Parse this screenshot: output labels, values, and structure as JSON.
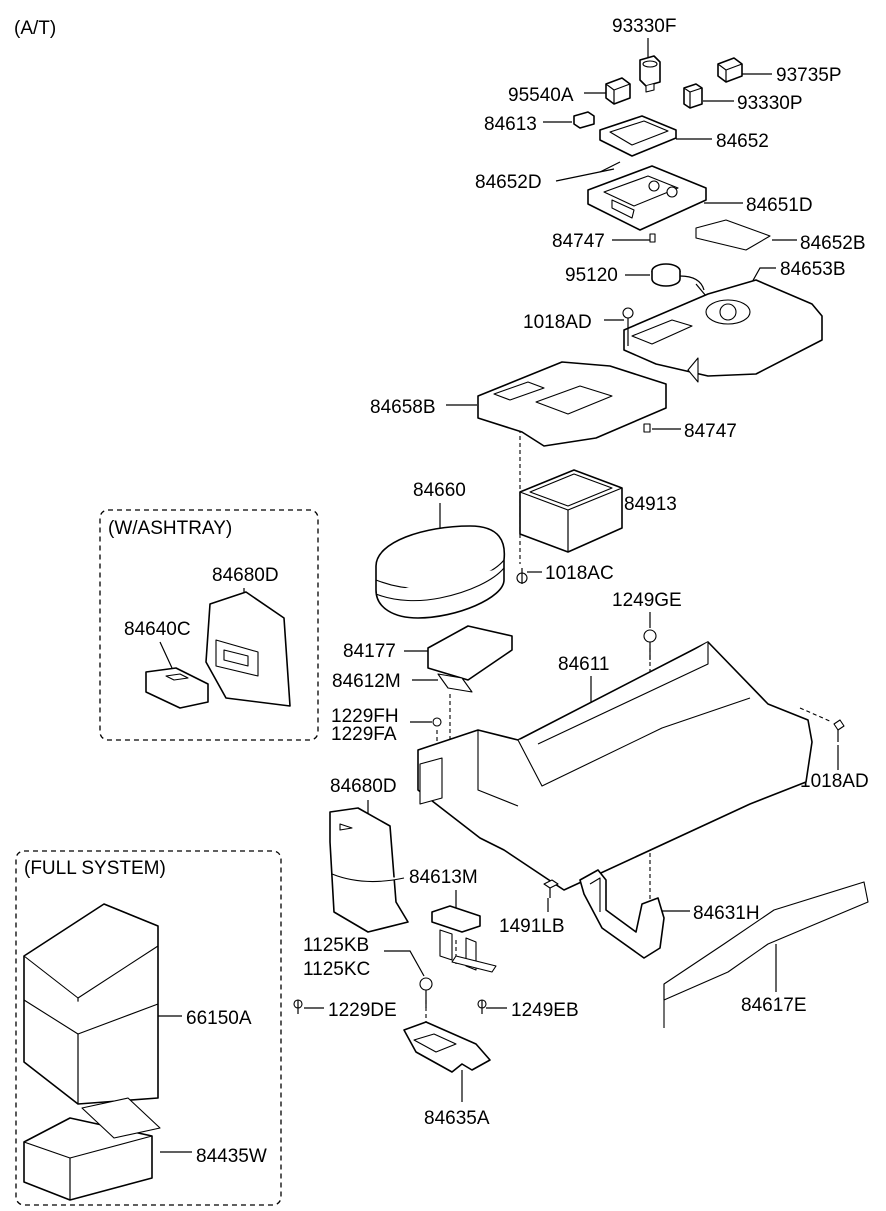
{
  "variant_label": "(A/T)",
  "groups": {
    "ashtray": "(W/ASHTRAY)",
    "full_system": "(FULL SYSTEM)"
  },
  "parts": {
    "p93330F": "93330F",
    "p93735P": "93735P",
    "p95540A": "95540A",
    "p93330P": "93330P",
    "p84613": "84613",
    "p84652": "84652",
    "p84652D": "84652D",
    "p84651D": "84651D",
    "p84747a": "84747",
    "p84652B": "84652B",
    "p95120": "95120",
    "p84653B": "84653B",
    "p1018AD_top": "1018AD",
    "p84658B": "84658B",
    "p84747b": "84747",
    "p84660": "84660",
    "p84913": "84913",
    "p1018AC": "1018AC",
    "p84680D_ash": "84680D",
    "p84640C": "84640C",
    "p1249GE": "1249GE",
    "p84177": "84177",
    "p84611": "84611",
    "p84612M": "84612M",
    "p1229FH": "1229FH",
    "p1229FA": "1229FA",
    "p1018AD_right": "1018AD",
    "p84680D": "84680D",
    "p84613M": "84613M",
    "p1491LB": "1491LB",
    "p84631H": "84631H",
    "p1125KB": "1125KB",
    "p1125KC": "1125KC",
    "p84617E": "84617E",
    "p1229DE": "1229DE",
    "p1249EB": "1249EB",
    "p66150A": "66150A",
    "p84635A": "84635A",
    "p84435W": "84435W"
  }
}
